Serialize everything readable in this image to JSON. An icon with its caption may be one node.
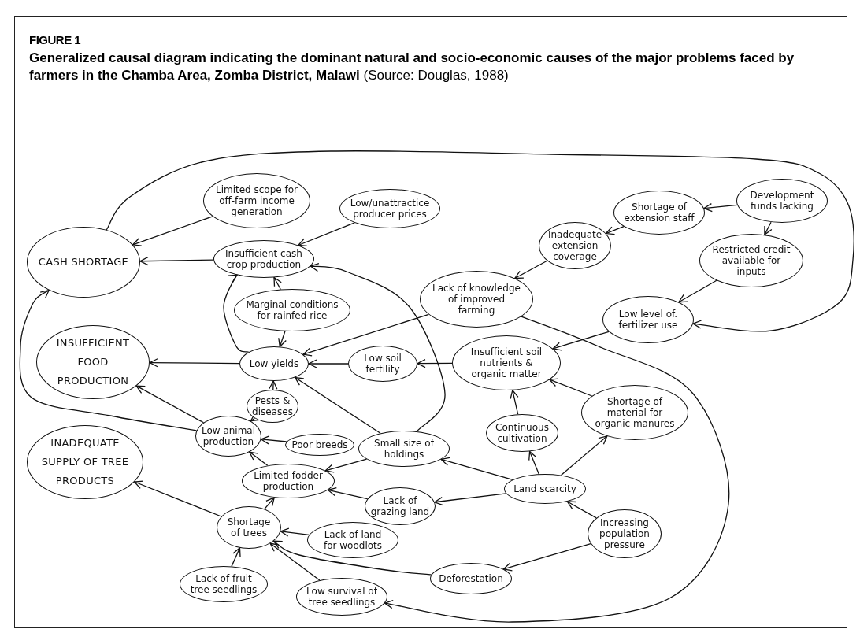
{
  "diagram": {
    "title": "FIGURE 1",
    "caption": "**Generalized causal diagram indicating the dominant natural and socio-economic causes of the major problems faced by farmers in the Chamba Area, Zomba District, Malawi** (Source: Douglas, 1988)",
    "nodes": [
      {
        "text": [
          "CASH SHORTAGE"
        ]
      },
      {
        "text": [
          "Limited scope for off-farm income generation"
        ]
      },
      {
        "text": [
          "Low/unattractice producer prices"
        ]
      },
      {
        "text": [
          "Insufficient cash crop production"
        ]
      },
      {
        "text": [
          "Marginal conditions for rainfed rice"
        ]
      },
      {
        "text": [
          "Shortage of extension staff"
        ]
      },
      {
        "text": [
          "Development funds lacking"
        ]
      },
      {
        "text": [
          "Inadequate extension coverage"
        ]
      },
      {
        "text": [
          "Restricted credit available for inputs"
        ]
      },
      {
        "text": [
          "Lack of knowledge of improved farming"
        ]
      },
      {
        "text": [
          "Low level of. fertilizer use"
        ]
      },
      {
        "text": [
          "INSUFFICIENT FOOD PRODUCTION"
        ]
      },
      {
        "text": [
          "Low yields"
        ]
      },
      {
        "text": [
          "Low soil fertility"
        ]
      },
      {
        "text": [
          "Insufficient soil nutrients & organic matter"
        ]
      },
      {
        "text": [
          "Pests & diseases"
        ]
      },
      {
        "text": [
          "Low animal production"
        ]
      },
      {
        "text": [
          "Poor breeds"
        ]
      },
      {
        "text": [
          "Small size of holdings"
        ]
      },
      {
        "text": [
          "Continuous cultivation"
        ]
      },
      {
        "text": [
          "Shortage of material for organic manures"
        ]
      },
      {
        "text": [
          "INADEQUATE SUPPLY OF TREE PRODUCTS"
        ]
      },
      {
        "text": [
          "Limited fodder production"
        ]
      },
      {
        "text": [
          "Lack of grazing land"
        ]
      },
      {
        "text": [
          "Land scarcity"
        ]
      },
      {
        "text": [
          "Shortage of trees"
        ]
      },
      {
        "text": [
          "Lack of land for woodlots"
        ]
      },
      {
        "text": [
          "Increasing population pressure"
        ]
      },
      {
        "text": [
          "Lack of fruit tree seedlings"
        ]
      },
      {
        "text": [
          "Deforestation"
        ]
      },
      {
        "text": [
          "Low survival of tree seedlings"
        ]
      }
    ],
    "edges": [
      {
        "from": 1,
        "to": 0,
        "arrow": "to"
      },
      {
        "from": 3,
        "to": 0,
        "arrow": "to"
      },
      {
        "from": 2,
        "to": 3,
        "arrow": "to"
      },
      {
        "from": 4,
        "to": 3,
        "arrow": "to"
      },
      {
        "from": 4,
        "to": 12,
        "arrow": "to"
      },
      {
        "from": 12,
        "to": 3,
        "arrow": "to"
      },
      {
        "from": 18,
        "to": 3,
        "arrow": "to"
      },
      {
        "from": 6,
        "to": 5,
        "arrow": "to"
      },
      {
        "from": 5,
        "to": 7,
        "arrow": "to"
      },
      {
        "from": 6,
        "to": 8,
        "arrow": "to"
      },
      {
        "from": 7,
        "to": 9,
        "arrow": "to"
      },
      {
        "from": 8,
        "to": 10,
        "arrow": "to"
      },
      {
        "from": 9,
        "to": 12,
        "arrow": "to"
      },
      {
        "from": 9,
        "to": 30,
        "arrow": "to"
      },
      {
        "from": 0,
        "to": 10,
        "arrow": "to"
      },
      {
        "from": 16,
        "to": 0,
        "arrow": "to"
      },
      {
        "from": 10,
        "to": 14,
        "arrow": "to"
      },
      {
        "from": 14,
        "to": 13,
        "arrow": "to"
      },
      {
        "from": 13,
        "to": 12,
        "arrow": "to"
      },
      {
        "from": 12,
        "to": 11,
        "arrow": "to"
      },
      {
        "from": 16,
        "to": 11,
        "arrow": "to"
      },
      {
        "from": 15,
        "to": 12,
        "arrow": "to"
      },
      {
        "from": 15,
        "to": 16,
        "arrow": "to"
      },
      {
        "from": 17,
        "to": 16,
        "arrow": "to"
      },
      {
        "from": 18,
        "to": 12,
        "arrow": "to"
      },
      {
        "from": 18,
        "to": 22,
        "arrow": "to"
      },
      {
        "from": 22,
        "to": 16,
        "arrow": "to"
      },
      {
        "from": 23,
        "to": 22,
        "arrow": "to"
      },
      {
        "from": 24,
        "to": 23,
        "arrow": "to"
      },
      {
        "from": 24,
        "to": 18,
        "arrow": "to"
      },
      {
        "from": 24,
        "to": 19,
        "arrow": "to"
      },
      {
        "from": 24,
        "to": 20,
        "arrow": "to"
      },
      {
        "from": 19,
        "to": 14,
        "arrow": "to"
      },
      {
        "from": 20,
        "to": 14,
        "arrow": "to"
      },
      {
        "from": 27,
        "to": 24,
        "arrow": "to"
      },
      {
        "from": 27,
        "to": 29,
        "arrow": "to"
      },
      {
        "from": 29,
        "to": 25,
        "arrow": "to"
      },
      {
        "from": 25,
        "to": 22,
        "arrow": "to"
      },
      {
        "from": 25,
        "to": 21,
        "arrow": "to"
      },
      {
        "from": 26,
        "to": 25,
        "arrow": "to"
      },
      {
        "from": 28,
        "to": 25,
        "arrow": "to"
      },
      {
        "from": 30,
        "to": 25,
        "arrow": "to"
      }
    ]
  }
}
